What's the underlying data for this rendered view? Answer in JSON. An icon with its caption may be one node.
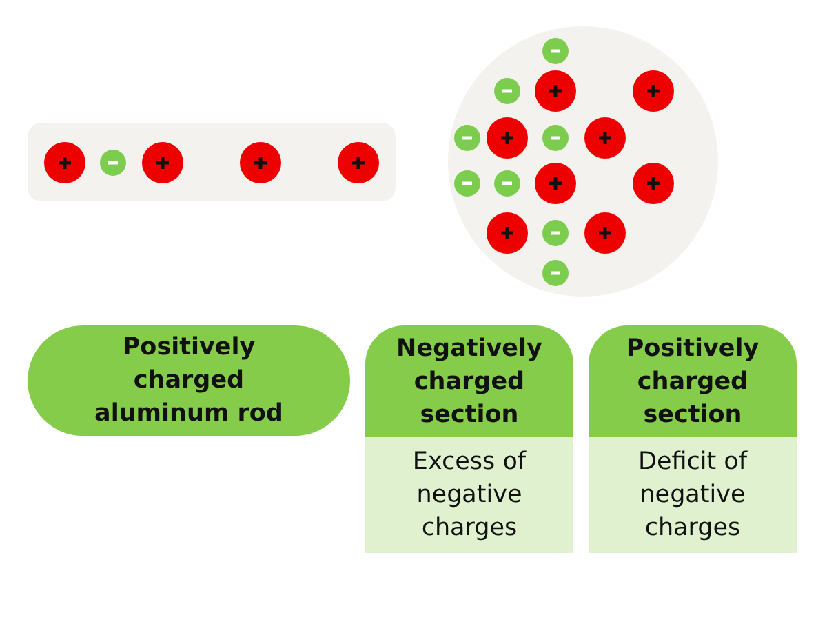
{
  "diagram": {
    "nodes": [
      {
        "text": [
          "Positively charged aluminum rod"
        ]
      },
      {
        "text": [
          "Negatively charged section",
          "Excess of negative charges"
        ]
      },
      {
        "text": [
          "Positively charged section",
          "Deficit of negative charges"
        ]
      }
    ]
  }
}
